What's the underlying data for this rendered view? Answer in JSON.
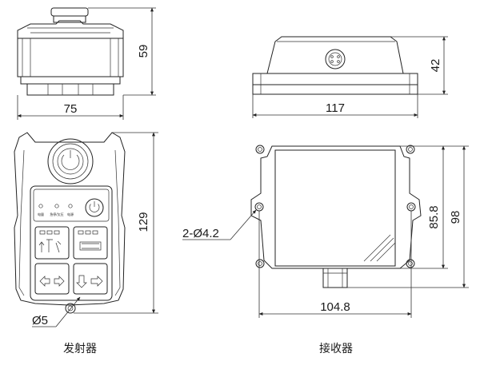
{
  "transmitter": {
    "caption": "发射器",
    "dims": {
      "top_width": "75",
      "top_height": "59",
      "front_height": "129",
      "hole": "Ø5"
    },
    "indicator_labels": [
      "电量",
      "急停/欠压",
      "电源"
    ]
  },
  "receiver": {
    "caption": "接收器",
    "dims": {
      "top_width": "117",
      "top_height": "42",
      "body_height": "85.8",
      "total_height": "98",
      "hole_spacing": "104.8",
      "mount_holes": "2-Ø4.2"
    }
  }
}
